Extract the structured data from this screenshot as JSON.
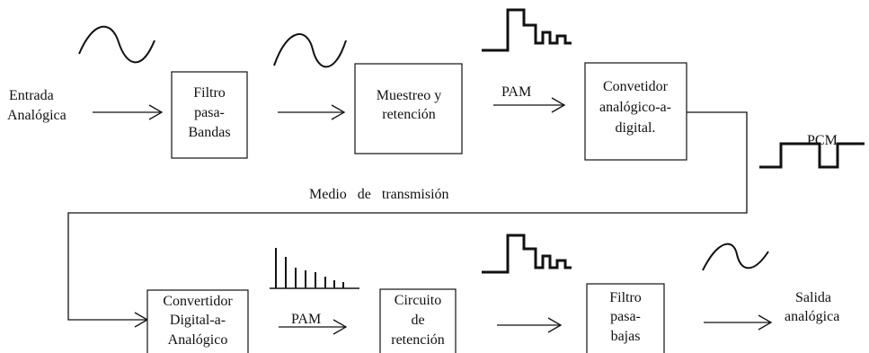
{
  "input_label": [
    "Entrada",
    "Analógica"
  ],
  "output_label": [
    "Salida",
    "analógica"
  ],
  "blocks": {
    "bandpass_filter": [
      "Filtro",
      "pasa-",
      "Bandas"
    ],
    "sample_hold": [
      "Muestreo y",
      "retención"
    ],
    "adc": [
      "Convetidor",
      "analógico-a-",
      "digital."
    ],
    "dac": [
      "Convertidor",
      "Digital-a-",
      "Analógico"
    ],
    "hold_circuit": [
      "Circuito",
      "de",
      "retención"
    ],
    "lowpass_filter": [
      "Filtro",
      "pasa-",
      "bajas"
    ]
  },
  "signal_labels": {
    "pam_top": "PAM",
    "pcm": "PCM",
    "pam_bottom": "PAM"
  },
  "medium_label": "Medio   de   transmisión",
  "colors": {
    "ink": "#111111",
    "background": "#ffffff"
  }
}
